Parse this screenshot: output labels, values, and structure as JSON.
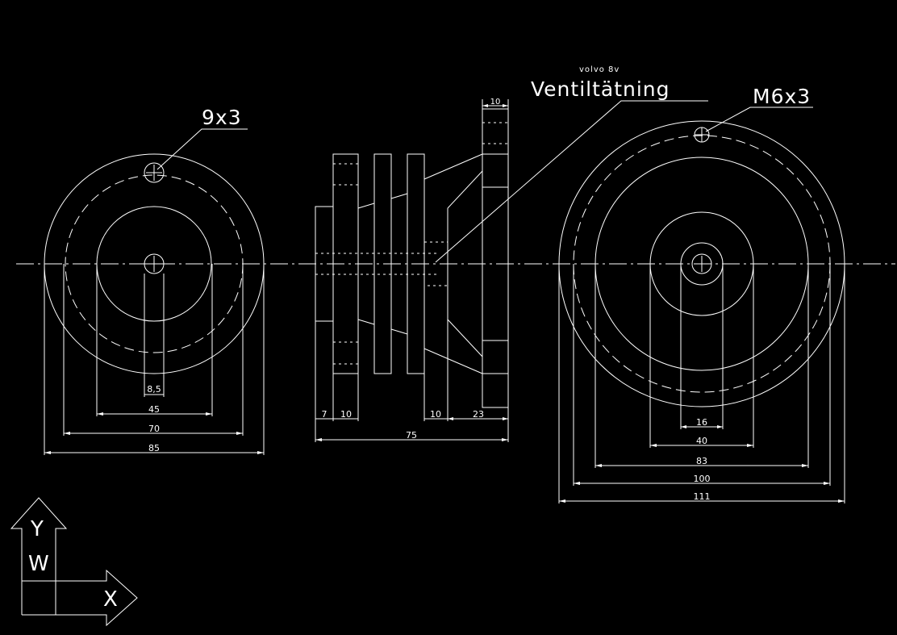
{
  "title": "volvo 8v",
  "labels": {
    "left_hole": "9x3",
    "seal": "Ventiltätning",
    "right_hole": "M6x3"
  },
  "left_view": {
    "dims": [
      "8,5",
      "45",
      "70",
      "85"
    ]
  },
  "side_view": {
    "dims": [
      "10",
      "7",
      "10",
      "10",
      "23",
      "75"
    ]
  },
  "right_view": {
    "dims": [
      "16",
      "40",
      "83",
      "100",
      "111"
    ]
  },
  "ucs": {
    "y": "Y",
    "w": "W",
    "x": "X"
  },
  "colors": {
    "background": "#000000",
    "lines": "#ffffff"
  }
}
